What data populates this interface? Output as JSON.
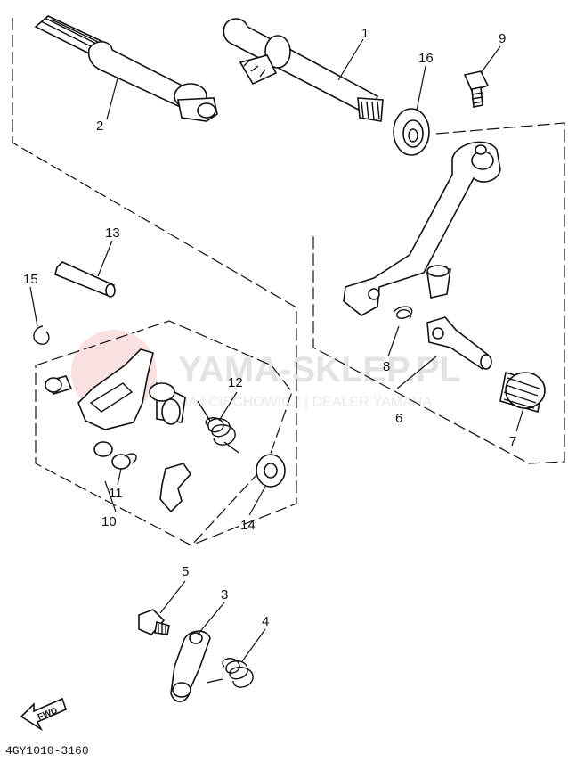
{
  "callouts": {
    "c1": "1",
    "c2": "2",
    "c3": "3",
    "c4": "4",
    "c5": "5",
    "c6": "6",
    "c7": "7",
    "c8": "8",
    "c9": "9",
    "c10": "10",
    "c11": "11",
    "c12": "12",
    "c13": "13",
    "c14": "14",
    "c15": "15",
    "c16": "16"
  },
  "fwd_label": "FWD",
  "diagram_code": "4GY1010-3160",
  "watermark": {
    "brand": "YAMA-SKLEP.PL",
    "line2": "MAJ CIECHOWICZ | DEALER YAMAHA",
    "logo_color": "#f3c6c6"
  }
}
